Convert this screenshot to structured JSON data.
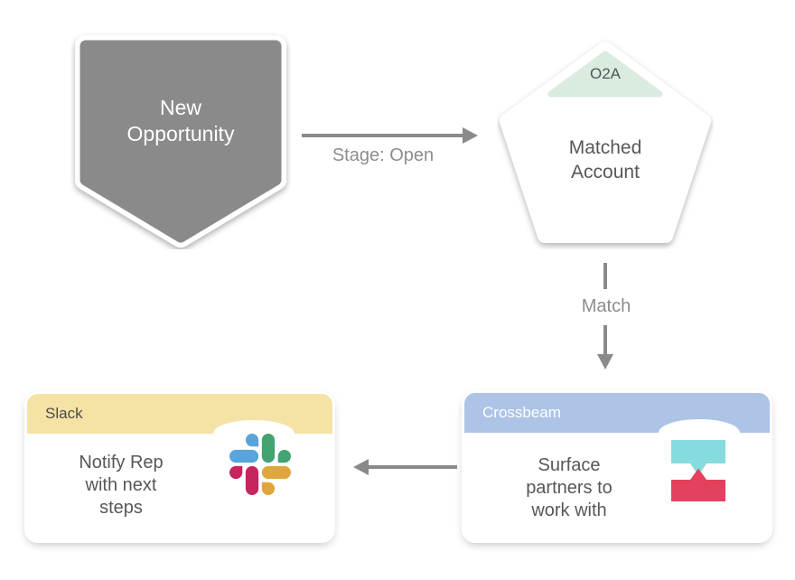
{
  "diagram": {
    "nodes": {
      "new_opportunity": {
        "type": "shield",
        "label": "New\nOpportunity"
      },
      "matched_account": {
        "type": "pentagon",
        "badge": "O2A",
        "label": "Matched\nAccount"
      },
      "crossbeam": {
        "app": "Crossbeam",
        "icon": "crossbeam-logo",
        "label": "Surface\npartners to\nwork with"
      },
      "slack": {
        "app": "Slack",
        "icon": "slack-logo",
        "label": "Notify Rep\nwith next\nsteps"
      }
    },
    "edges": {
      "opportunity_to_account": {
        "label": "Stage: Open",
        "direction": "right"
      },
      "account_to_crossbeam": {
        "label": "Match",
        "direction": "down"
      },
      "crossbeam_to_slack": {
        "label": "",
        "direction": "left"
      }
    }
  },
  "colors": {
    "shield-fill": "#8a8a8a",
    "node-text": "#55575a",
    "edge-line": "#8a8a8a",
    "edge-label": "#8d8d8d",
    "o2a-badge-bg": "#d9ecdf",
    "crossbeam-header-bg": "#adc4e7",
    "crossbeam-header-text": "#ffffff",
    "slack-header-bg": "#f5e2a5",
    "slack-header-text": "#4c4c4c",
    "crossbeam-logo-teal": "#85dbde",
    "crossbeam-logo-red": "#e4415f",
    "slack-logo-blue": "#57a5db",
    "slack-logo-green": "#43a371",
    "slack-logo-red": "#c6255e",
    "slack-logo-yellow": "#e0a63e"
  }
}
